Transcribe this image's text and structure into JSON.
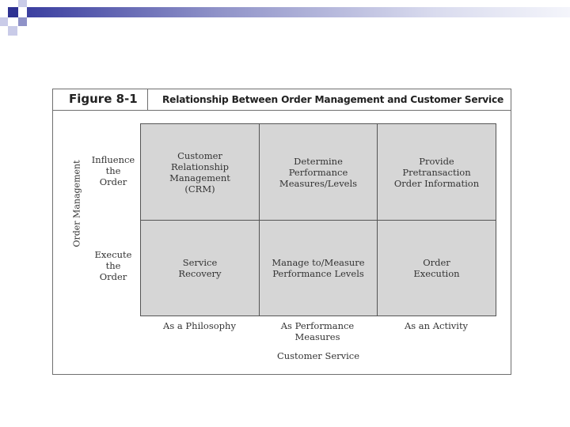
{
  "figure": {
    "label": "Figure 8-1",
    "title": "Relationship Between Order Management and Customer Service"
  },
  "axes": {
    "y_label": "Order Management",
    "x_label": "Customer Service"
  },
  "rows": [
    "Influence\nthe\nOrder",
    "Execute\nthe\nOrder"
  ],
  "columns": [
    "As a Philosophy",
    "As Performance\nMeasures",
    "As an Activity"
  ],
  "cells": {
    "r1c1": "Customer\nRelationship\nManagement\n(CRM)",
    "r1c2": "Determine\nPerformance\nMeasures/Levels",
    "r1c3": "Provide\nPretransaction\nOrder Information",
    "r2c1": "Service\nRecovery",
    "r2c2": "Manage to/Measure\nPerformance Levels",
    "r2c3": "Order\nExecution"
  },
  "colors": {
    "grid_fill": "#d6d6d6",
    "border": "#555555",
    "deco_dark": "#2e3192",
    "deco_light": "#c9cbe8"
  }
}
